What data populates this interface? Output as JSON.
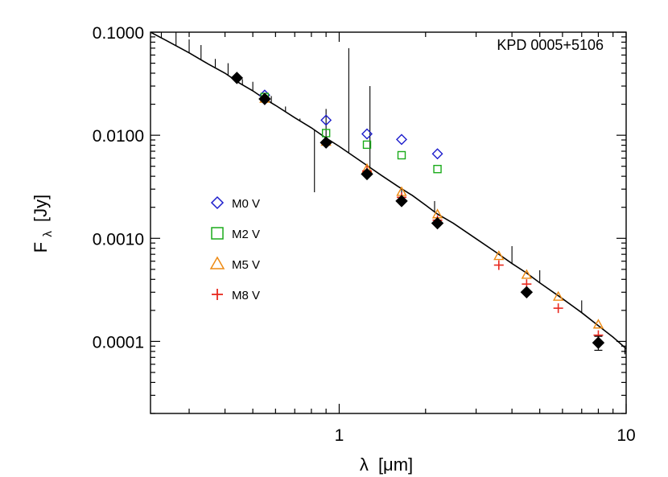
{
  "chart_data": {
    "type": "scatter",
    "title": "KPD 0005+5106",
    "xlabel_base": "λ",
    "xlabel_unit": "[μm]",
    "ylabel_base": "F",
    "ylabel_sub": "λ",
    "ylabel_unit": "[Jy]",
    "x_scale": "log",
    "y_scale": "log",
    "xlim": [
      0.22,
      10
    ],
    "ylim": [
      2e-05,
      0.1
    ],
    "x_tick_labels": [
      {
        "value": 1,
        "label": "1"
      },
      {
        "value": 10,
        "label": "10"
      }
    ],
    "y_tick_labels": [
      {
        "value": 0.1,
        "label": "0.1000"
      },
      {
        "value": 0.01,
        "label": "0.0100"
      },
      {
        "value": 0.001,
        "label": "0.0010"
      },
      {
        "value": 0.0001,
        "label": "0.0001"
      }
    ],
    "grid": false,
    "legend_position": "middle-left",
    "model_spectrum": {
      "description_visible": false,
      "x": [
        0.22,
        0.25,
        0.3,
        0.35,
        0.4,
        0.45,
        0.5,
        0.55,
        0.6,
        0.7,
        0.8,
        0.9,
        1.0,
        1.2,
        1.4,
        1.6,
        1.8,
        2.0,
        2.2,
        2.5,
        3.0,
        3.5,
        4.0,
        4.5,
        5.0,
        6.0,
        7.0,
        8.0,
        9.0,
        10.0
      ],
      "y": [
        0.1,
        0.083,
        0.063,
        0.049,
        0.04,
        0.032,
        0.027,
        0.0225,
        0.0195,
        0.0148,
        0.0118,
        0.0094,
        0.0078,
        0.0055,
        0.0041,
        0.0032,
        0.0026,
        0.0021,
        0.00172,
        0.0014,
        0.00099,
        0.00074,
        0.00057,
        0.00046,
        0.00037,
        0.00026,
        0.00019,
        0.000142,
        0.00011,
        8.5e-05
      ],
      "spikes": [
        {
          "x": 0.24,
          "y": 0.13
        },
        {
          "x": 0.27,
          "y": 0.115
        },
        {
          "x": 0.3,
          "y": 0.085
        },
        {
          "x": 0.33,
          "y": 0.075
        },
        {
          "x": 0.37,
          "y": 0.055
        },
        {
          "x": 0.41,
          "y": 0.05
        },
        {
          "x": 0.46,
          "y": 0.035
        },
        {
          "x": 0.5,
          "y": 0.033
        },
        {
          "x": 0.58,
          "y": 0.024
        },
        {
          "x": 0.65,
          "y": 0.019
        },
        {
          "x": 0.73,
          "y": 0.0145
        },
        {
          "x": 0.82,
          "y": 0.0028
        },
        {
          "x": 0.9,
          "y": 0.018
        },
        {
          "x": 1.08,
          "y": 0.07
        },
        {
          "x": 1.28,
          "y": 0.03
        },
        {
          "x": 1.65,
          "y": 0.0027
        },
        {
          "x": 2.15,
          "y": 0.0023
        },
        {
          "x": 4.0,
          "y": 0.00084
        },
        {
          "x": 5.0,
          "y": 0.00049
        },
        {
          "x": 7.0,
          "y": 0.00025
        },
        {
          "x": 9.9,
          "y": 7.5e-05
        }
      ]
    },
    "observed": {
      "marker": "filled-diamond",
      "color": "#000000",
      "x": [
        0.44,
        0.55,
        0.9,
        1.25,
        1.65,
        2.2,
        4.5,
        8.0
      ],
      "y": [
        0.036,
        0.0225,
        0.0085,
        0.0042,
        0.0023,
        0.0014,
        0.0003,
        9.7e-05
      ],
      "err": [
        0,
        0,
        0,
        0,
        0,
        0,
        0,
        1.5e-05
      ]
    },
    "series": [
      {
        "name": "M0 V",
        "marker": "open-diamond",
        "color": "#1e1ecc",
        "x": [
          0.55,
          0.9,
          1.25,
          1.65,
          2.2
        ],
        "y": [
          0.0245,
          0.014,
          0.0103,
          0.0091,
          0.0066
        ]
      },
      {
        "name": "M2 V",
        "marker": "open-square",
        "color": "#1aab1a",
        "x": [
          0.55,
          0.9,
          1.25,
          1.65,
          2.2
        ],
        "y": [
          0.0235,
          0.0105,
          0.0081,
          0.0064,
          0.0047
        ]
      },
      {
        "name": "M5 V",
        "marker": "open-triangle",
        "color": "#ee8a12",
        "x": [
          0.55,
          0.9,
          1.25,
          1.65,
          2.2,
          3.6,
          4.5,
          5.8,
          8.0
        ],
        "y": [
          0.0225,
          0.0086,
          0.0047,
          0.0028,
          0.0017,
          0.00067,
          0.00044,
          0.00027,
          0.000145
        ]
      },
      {
        "name": "M8 V",
        "marker": "plus",
        "color": "#e8281e",
        "x": [
          0.55,
          0.9,
          1.25,
          1.65,
          2.2,
          3.6,
          4.5,
          5.8,
          8.0
        ],
        "y": [
          0.022,
          0.0084,
          0.0045,
          0.0025,
          0.0015,
          0.00055,
          0.00036,
          0.00021,
          0.000115
        ]
      }
    ]
  }
}
